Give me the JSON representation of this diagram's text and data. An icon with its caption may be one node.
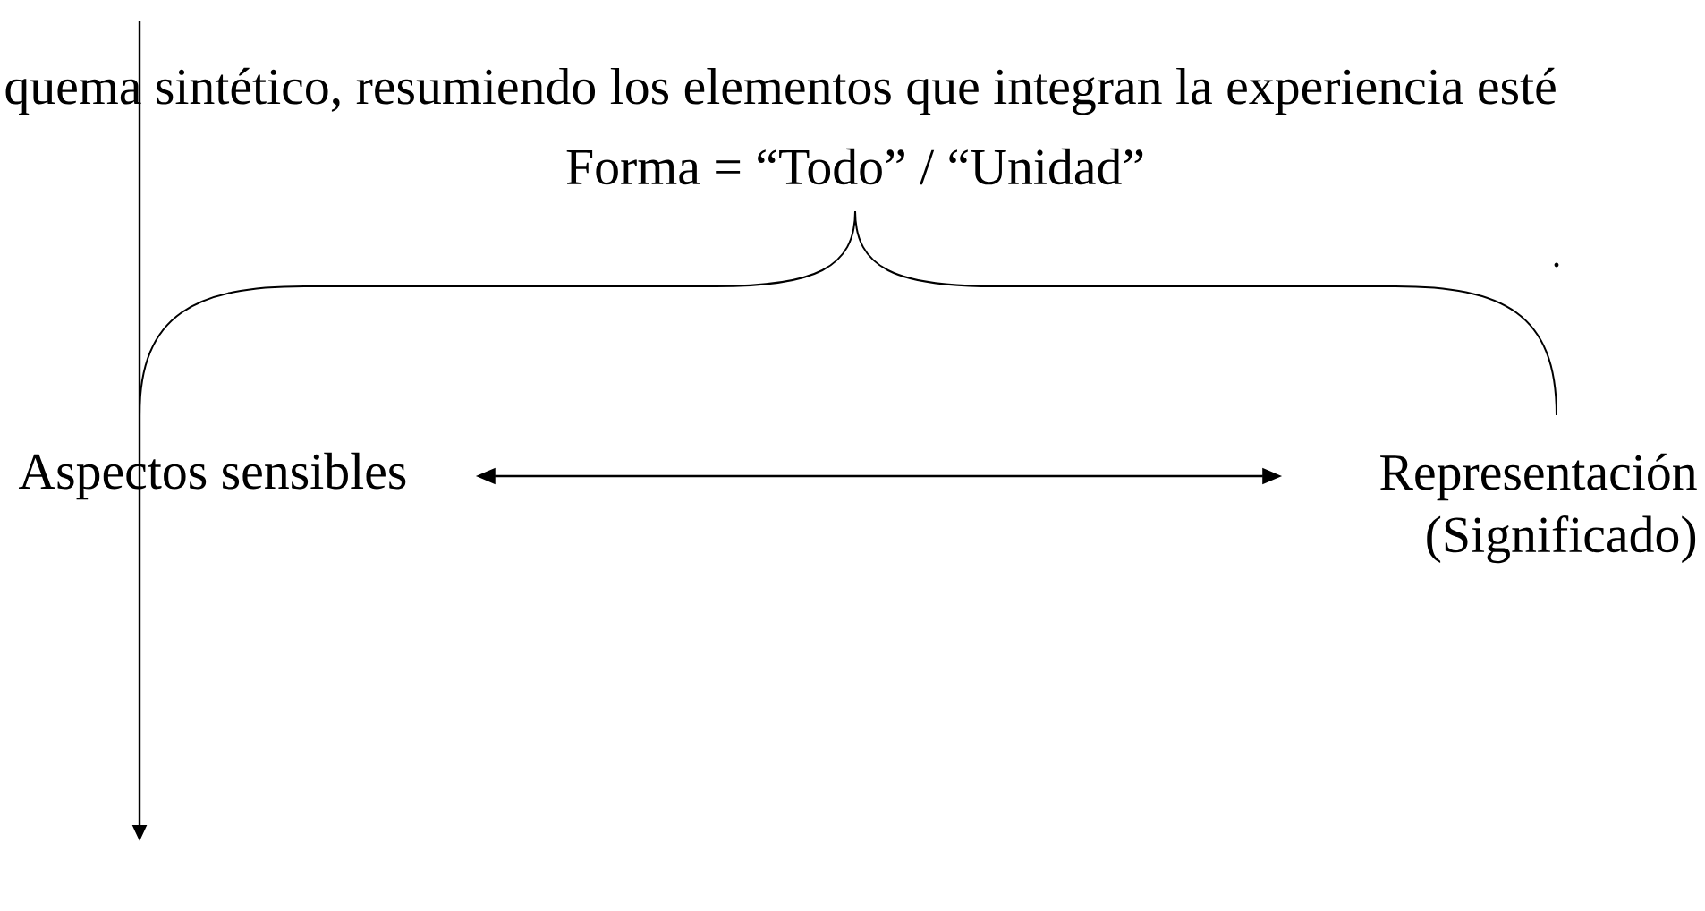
{
  "diagram": {
    "nodes": [
      {
        "text": [
          "Forma = “Todo” / “Unidad”"
        ]
      },
      {
        "text": [
          "Aspectos sensibles"
        ]
      },
      {
        "text": [
          "Representación (Significado)"
        ]
      }
    ],
    "edges": [
      {
        "from": 1,
        "to": 2,
        "arrow": "both"
      }
    ],
    "labels": [
      "quema sintético, resumiendo los elementos que integran la experiencia esté"
    ]
  }
}
